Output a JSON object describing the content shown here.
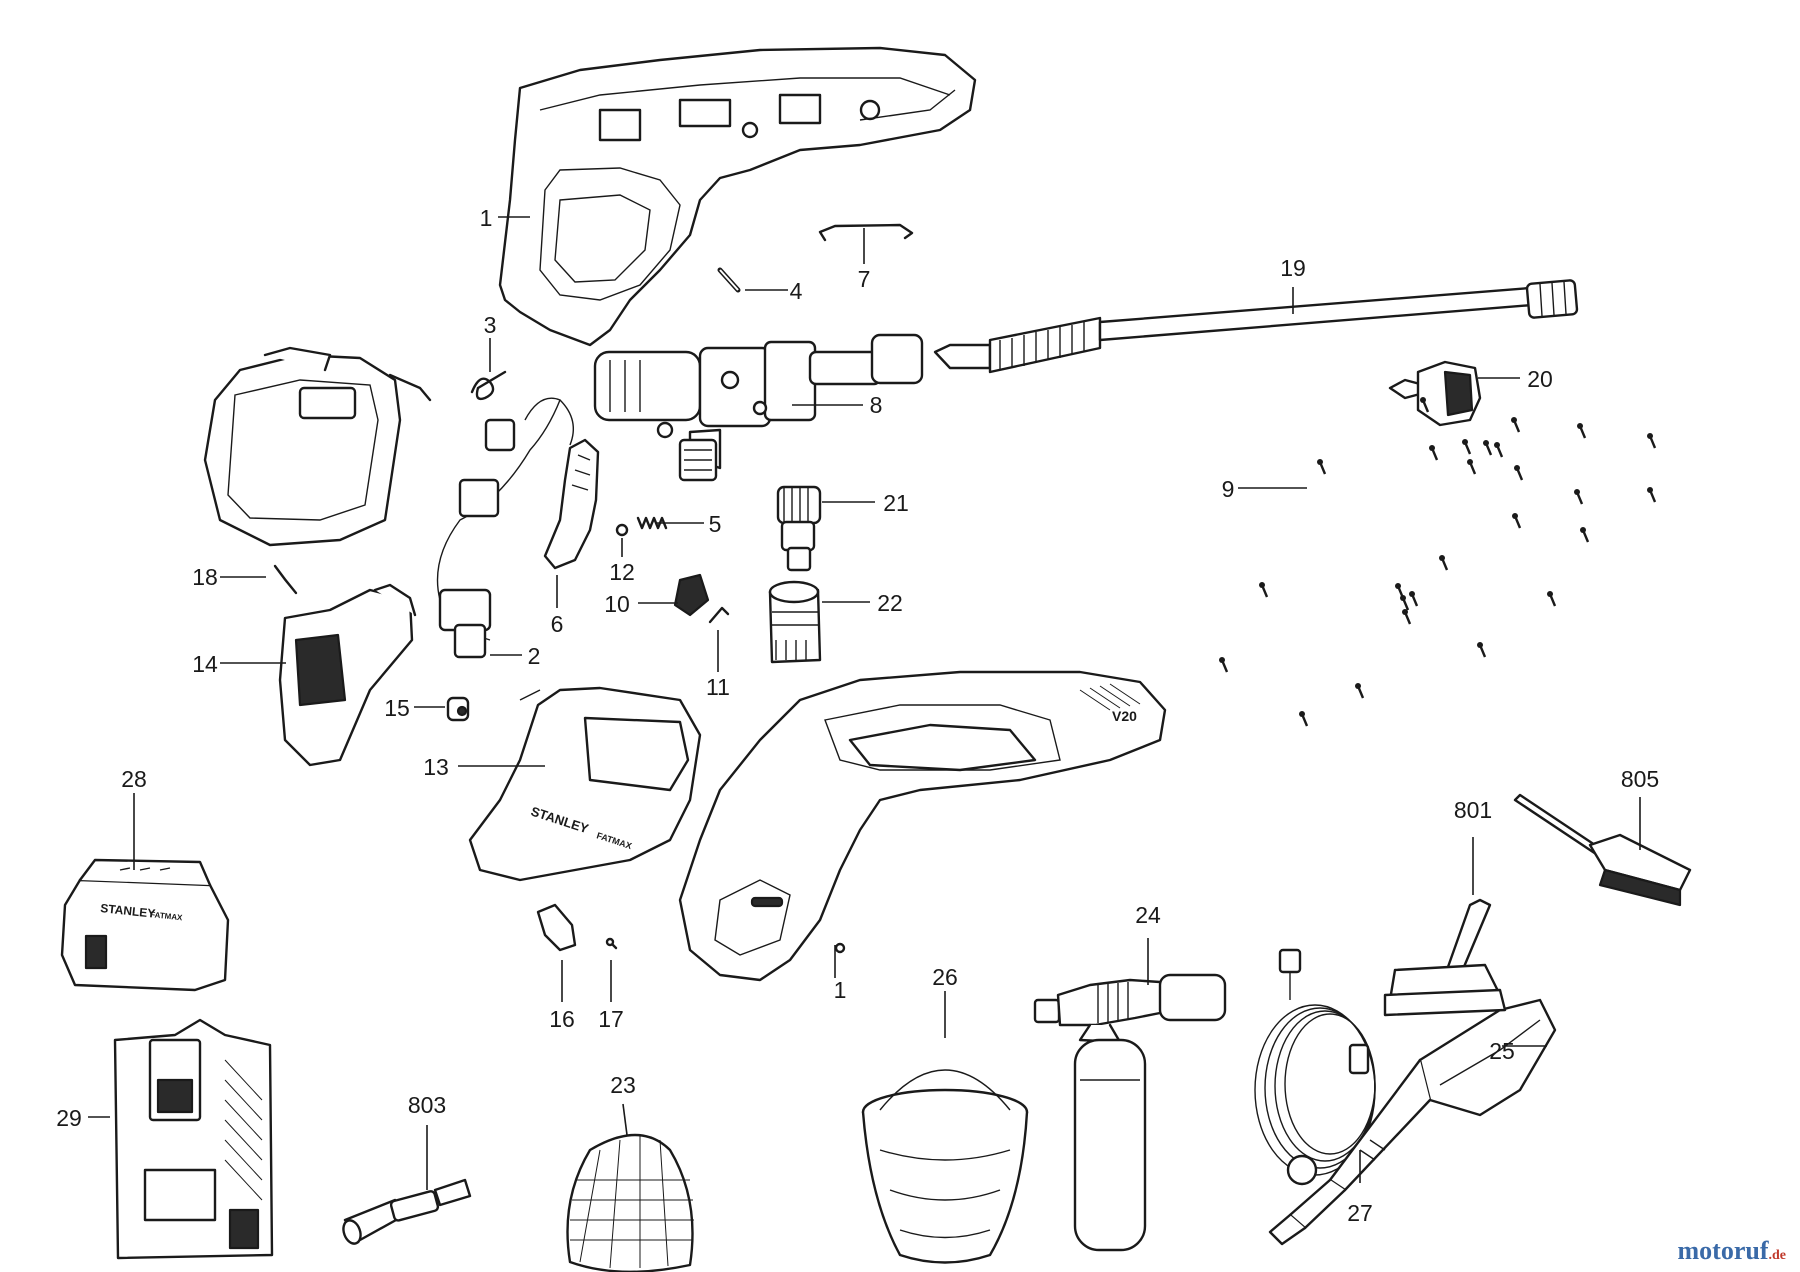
{
  "diagram": {
    "callouts": [
      "1",
      "1",
      "2",
      "3",
      "4",
      "5",
      "6",
      "7",
      "8",
      "9",
      "10",
      "11",
      "12",
      "13",
      "14",
      "15",
      "16",
      "17",
      "18",
      "19",
      "20",
      "21",
      "22",
      "23",
      "24",
      "25",
      "26",
      "27",
      "28",
      "29",
      "801",
      "803",
      "805"
    ]
  },
  "brand_labels": {
    "battery_brand": "STANLEY",
    "battery_line": "FATMAX",
    "housing_brand": "STANLEY",
    "housing_line": "FATMAX",
    "voltage_badge": "V20"
  },
  "watermark": {
    "name": "motoruf",
    "tld": ".de",
    "color": "#3a6aa8"
  }
}
